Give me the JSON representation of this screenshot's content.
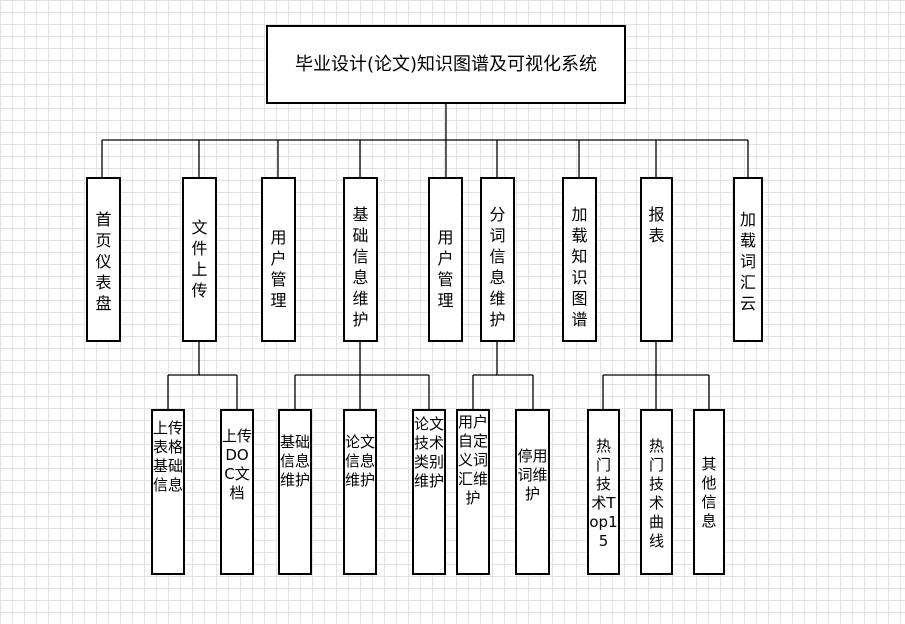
{
  "root": {
    "label": "毕业设计(论文)知识图谱及可视化系统"
  },
  "modules": [
    {
      "id": "dashboard",
      "label": "首页仪表盘"
    },
    {
      "id": "file-upload",
      "label": "文件上传"
    },
    {
      "id": "user-mgmt-1",
      "label": "用户管理"
    },
    {
      "id": "basic-info",
      "label": "基础信息维护"
    },
    {
      "id": "user-mgmt-2",
      "label": "用户管理"
    },
    {
      "id": "segmentation",
      "label": "分词信息维护"
    },
    {
      "id": "load-kg",
      "label": "加载知识图谱"
    },
    {
      "id": "report",
      "label": "报表"
    },
    {
      "id": "word-cloud",
      "label": "加载词汇云"
    }
  ],
  "submodules": [
    {
      "id": "upload-table",
      "parent": "file-upload",
      "label": "上传表格基础信息"
    },
    {
      "id": "upload-doc",
      "parent": "file-upload",
      "label": "上传DOC文档"
    },
    {
      "id": "basic-info-maint",
      "parent": "basic-info",
      "label": "基础信息维护"
    },
    {
      "id": "thesis-info-maint",
      "parent": "basic-info",
      "label": "论文信息维护"
    },
    {
      "id": "thesis-tech-cat",
      "parent": "basic-info",
      "label": "论文技术类别维护"
    },
    {
      "id": "user-vocab",
      "parent": "segmentation",
      "label": "用户自定义词汇维护"
    },
    {
      "id": "stopword",
      "parent": "segmentation",
      "label": "停用词维护"
    },
    {
      "id": "hot-top15",
      "parent": "report",
      "label": "热门技术Top15"
    },
    {
      "id": "hot-curve",
      "parent": "report",
      "label": "热门技术曲线"
    },
    {
      "id": "other-info",
      "parent": "report",
      "label": "其他信息"
    }
  ]
}
